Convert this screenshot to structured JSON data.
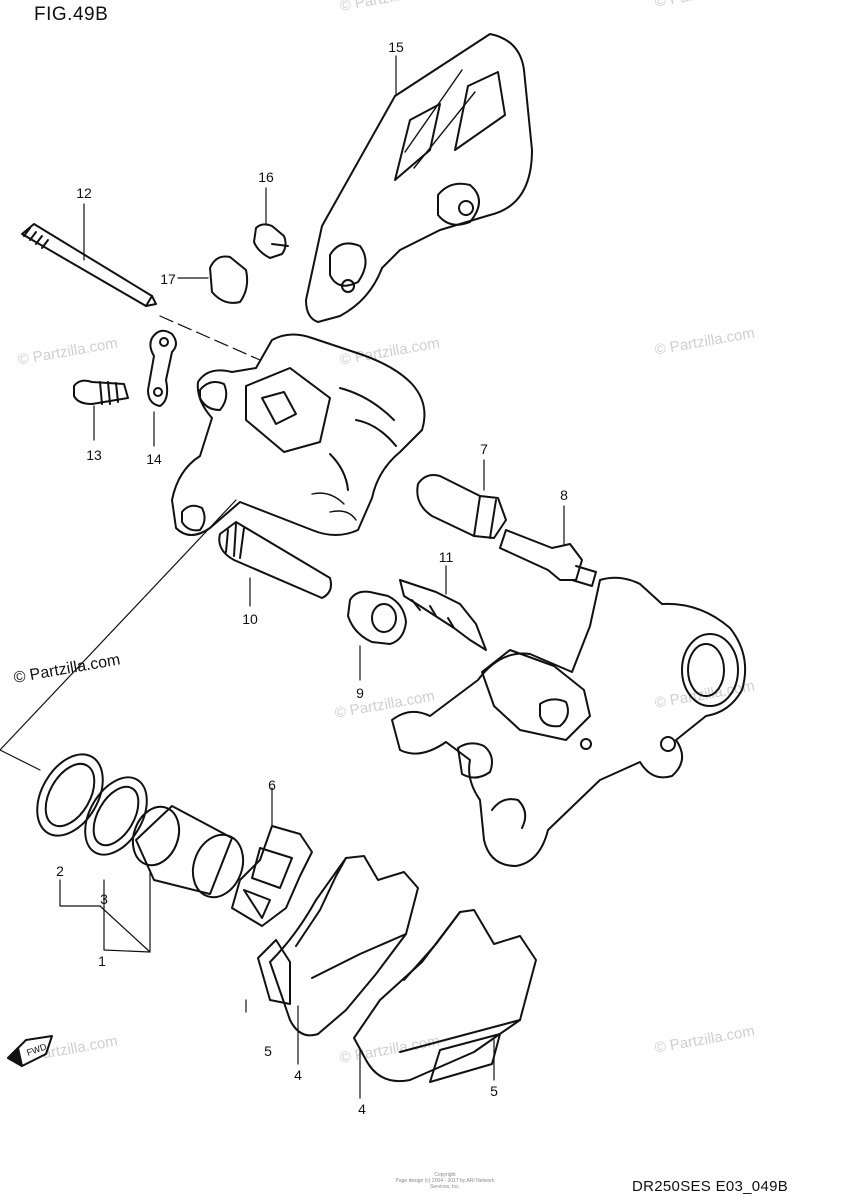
{
  "figure_title": "FIG.49B",
  "diagram_code": "DR250SES E03_049B",
  "copyright_lines": [
    "Copyright",
    "Page design (c) 2004 - 2017 by ARI Network Services, Inc."
  ],
  "watermark_text": "© Partzilla.com",
  "direction_label": "FWD",
  "callouts": {
    "c1": "1",
    "c2": "2",
    "c3": "3",
    "c4a": "4",
    "c4b": "4",
    "c5a": "5",
    "c5b": "5",
    "c6": "6",
    "c7": "7",
    "c8": "8",
    "c9": "9",
    "c10": "10",
    "c11": "11",
    "c12": "12",
    "c13": "13",
    "c14": "14",
    "c15": "15",
    "c16": "16",
    "c17": "17"
  },
  "colors": {
    "line": "#111111",
    "watermark": "#cfcfcf",
    "background": "#ffffff"
  }
}
